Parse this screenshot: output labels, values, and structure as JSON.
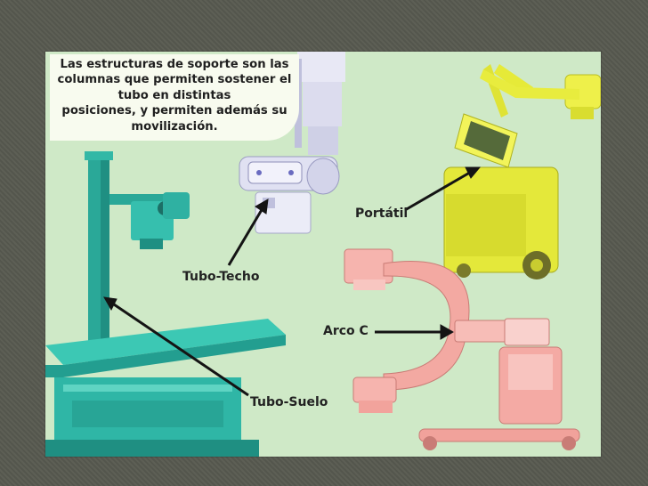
{
  "caption": {
    "lines": [
      "Las estructuras de soporte son las",
      "columnas que permiten sostener el",
      "tubo en distintas",
      "posiciones, y permiten además su",
      "movilización."
    ]
  },
  "labels": {
    "portatil": "Portátil",
    "tubo_techo": "Tubo-Techo",
    "arco_c": "Arco C",
    "tubo_suelo": "Tubo-Suelo"
  },
  "colors": {
    "background": "#cfe9c7",
    "frame": "#57594f",
    "tubo_suelo_machine": "#2fb6a6",
    "tubo_techo_machine": "#d9d9ef",
    "portatil_machine": "#e4e83a",
    "arco_c_machine": "#f4aaa4"
  }
}
